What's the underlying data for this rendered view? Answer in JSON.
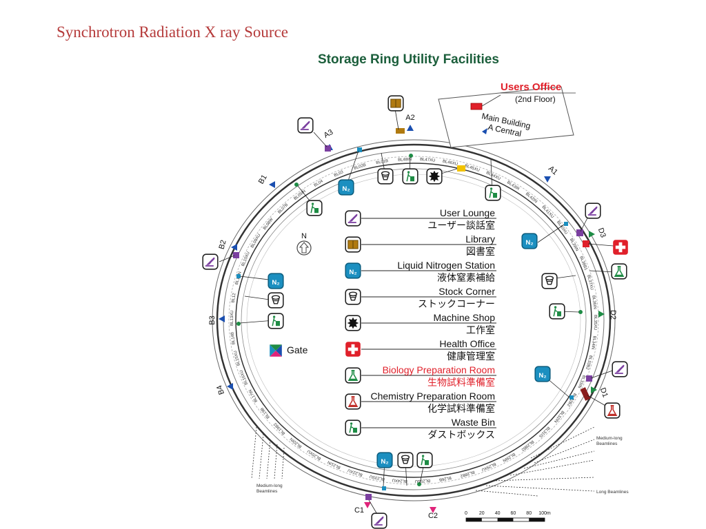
{
  "slide_title": "Synchrotron Radiation X ray Source",
  "diagram_title": "Storage Ring Utility Facilities",
  "users_office": {
    "title": "Users Office",
    "subtitle": "(2nd Floor)"
  },
  "main_building": {
    "line1": "Main Building",
    "line2": "A Central"
  },
  "compass": "N",
  "gate_label": "Gate",
  "legend": [
    {
      "name": "User Lounge",
      "jp": "ユーザー談話室",
      "icon": "user-lounge",
      "highlight": false
    },
    {
      "name": "Library",
      "jp": "図書室",
      "icon": "library",
      "highlight": false
    },
    {
      "name": "Liquid Nitrogen Station",
      "jp": "液体窒素補給",
      "icon": "liquid-nitrogen",
      "highlight": false
    },
    {
      "name": "Stock Corner",
      "jp": "ストックコーナー",
      "icon": "stock-corner",
      "highlight": false
    },
    {
      "name": "Machine Shop",
      "jp": "工作室",
      "icon": "machine-shop",
      "highlight": false
    },
    {
      "name": "Health Office",
      "jp": "健康管理室",
      "icon": "health-office",
      "highlight": false
    },
    {
      "name": "Biology Preparation Room",
      "jp": "生物試料準備室",
      "icon": "biology-prep",
      "highlight": true
    },
    {
      "name": "Chemistry Preparation Room",
      "jp": "化学試料準備室",
      "icon": "chemistry-prep",
      "highlight": false
    },
    {
      "name": "Waste Bin",
      "jp": "ダストボックス",
      "icon": "waste-bin",
      "highlight": false
    }
  ],
  "sectors": [
    "A1",
    "A2",
    "A3",
    "B1",
    "B2",
    "B3",
    "B4",
    "C1",
    "C2",
    "D1",
    "D2",
    "D3"
  ],
  "beamlines": [
    "BL01B",
    "BL02B",
    "BL03",
    "BL04",
    "BL05IN",
    "BL07B",
    "BL08W",
    "BL09XU",
    "BL10XU",
    "BL11IN",
    "BL12",
    "BL13XU",
    "BL14B",
    "BL15XU",
    "BL16XU",
    "BL17IN",
    "BL19B",
    "BL19B2",
    "BL20IN",
    "BL20XU",
    "BL21IN",
    "BL22XU",
    "BL23SU",
    "BL24XU",
    "BL25SU",
    "BL26B",
    "BL28B2",
    "BL29XU",
    "BL29IN",
    "BL29B2",
    "BL31IS",
    "BL32IN",
    "BL32B2",
    "BL33IN",
    "BL33B2",
    "BL34IN",
    "BL35XU",
    "BL36IN",
    "BL37XU",
    "BL38B1",
    "BL39IN",
    "BL40XU",
    "BL41XU",
    "BL42IN",
    "BL43IR",
    "BL44XU",
    "BL45XU",
    "BL46XU",
    "BL47XU",
    "BL48IN"
  ],
  "beamline_notes": {
    "medium_long_right": [
      "Medium-long",
      "Beamlines"
    ],
    "medium_long_left": [
      "Medium-long",
      "Beamlines"
    ],
    "long": "Long Beamlines"
  },
  "scale": {
    "ticks": [
      "0",
      "20",
      "40",
      "60",
      "80",
      "100m"
    ]
  },
  "colors": {
    "title_red": "#b53a3a",
    "diagram_green": "#1b5e3b",
    "red_label": "#e0202a",
    "lounge": "#7b3fa0",
    "library": "#b07a10",
    "nitrogen": "#1b8fc0",
    "green_icon": "#1e8c45",
    "health": "#e0202a",
    "marker_blue": "#1a4fb0",
    "marker_pink": "#e0247a"
  }
}
